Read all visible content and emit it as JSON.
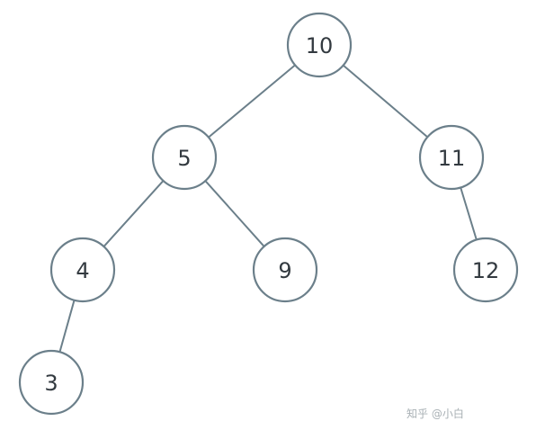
{
  "diagram": {
    "type": "binary-tree",
    "colors": {
      "stroke": "#6b7f8a",
      "node_fill": "#ffffff",
      "label": "#333a40",
      "background": "#ffffff"
    },
    "nodes": [
      {
        "id": "n10",
        "label": "10"
      },
      {
        "id": "n5",
        "label": "5"
      },
      {
        "id": "n11",
        "label": "11"
      },
      {
        "id": "n4",
        "label": "4"
      },
      {
        "id": "n9",
        "label": "9"
      },
      {
        "id": "n12",
        "label": "12"
      },
      {
        "id": "n3",
        "label": "3"
      }
    ],
    "edges": [
      {
        "from": "n10",
        "to": "n5"
      },
      {
        "from": "n10",
        "to": "n11"
      },
      {
        "from": "n5",
        "to": "n4"
      },
      {
        "from": "n5",
        "to": "n9"
      },
      {
        "from": "n11",
        "to": "n12"
      },
      {
        "from": "n4",
        "to": "n3"
      }
    ]
  },
  "watermark": {
    "text": "知乎 @小白"
  }
}
